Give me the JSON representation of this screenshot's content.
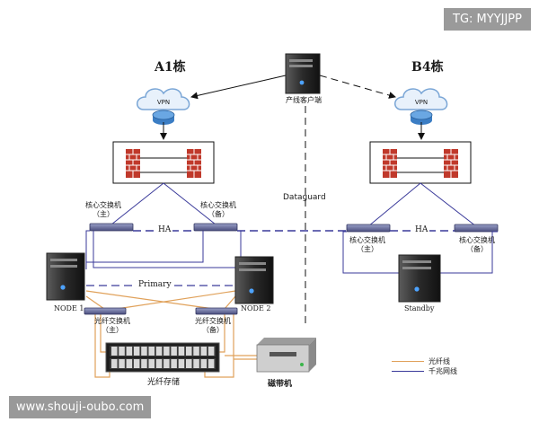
{
  "watermarks": {
    "top_right": "TG: MYYJJPP",
    "bottom_left": "www.shouji-oubo.com"
  },
  "sites": {
    "a": "A1栋",
    "b": "B4栋"
  },
  "client_label": "产线客户端",
  "dataguard_label": "Dataguard",
  "vpn_label": "VPN",
  "ha_label": "HA",
  "primary_label": "Primary",
  "a_side": {
    "core_main": [
      "核心交换机",
      "（主）"
    ],
    "core_backup": [
      "核心交换机",
      "（备）"
    ],
    "node1": "NODE 1",
    "node2": "NODE 2",
    "fc_main": [
      "光纤交换机",
      "（主）"
    ],
    "fc_backup": [
      "光纤交换机",
      "（备）"
    ],
    "storage": "光纤存储",
    "tape": "磁带机"
  },
  "b_side": {
    "core_main": [
      "核心交换机",
      "（主）"
    ],
    "core_backup": [
      "核心交换机",
      "（备）"
    ],
    "standby": "Standby"
  },
  "legend": [
    {
      "label": "光纤线",
      "color": "#e0a15a"
    },
    {
      "label": "千兆网线",
      "color": "#3a3a9a"
    }
  ],
  "colors": {
    "fiber": "#e0a15a",
    "gigabit": "#3a3a9a",
    "firewall_brick": "#c0392b",
    "vpn_cloud": "#e8f1fb"
  }
}
